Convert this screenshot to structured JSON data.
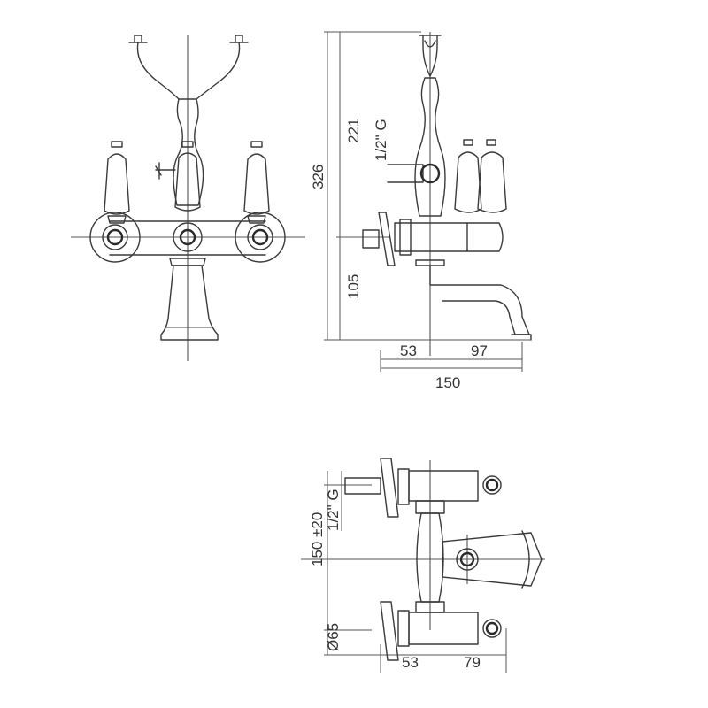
{
  "drawing": {
    "front_view": {},
    "side_view": {
      "height_total": "326",
      "height_upper": "221",
      "height_lower": "105",
      "thread_label": "1/2\" G",
      "depth_left": "53",
      "depth_right": "97",
      "depth_total": "150"
    },
    "top_view": {
      "centers_label": "150 ±20",
      "thread_label": "1/2\" G",
      "diameter_label": "Ø65",
      "depth_left": "53",
      "depth_right": "79"
    }
  }
}
